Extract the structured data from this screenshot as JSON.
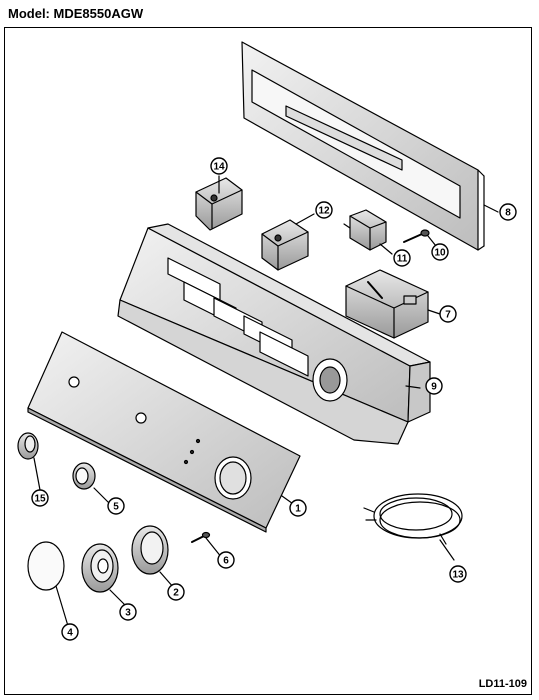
{
  "header": {
    "model_label": "Model:",
    "model_number": "MDE8550AGW"
  },
  "footer": {
    "diagram_code": "LD11-109"
  },
  "callouts": [
    "1",
    "2",
    "3",
    "4",
    "5",
    "6",
    "7",
    "8",
    "9",
    "10",
    "11",
    "12",
    "13",
    "14",
    "15"
  ]
}
